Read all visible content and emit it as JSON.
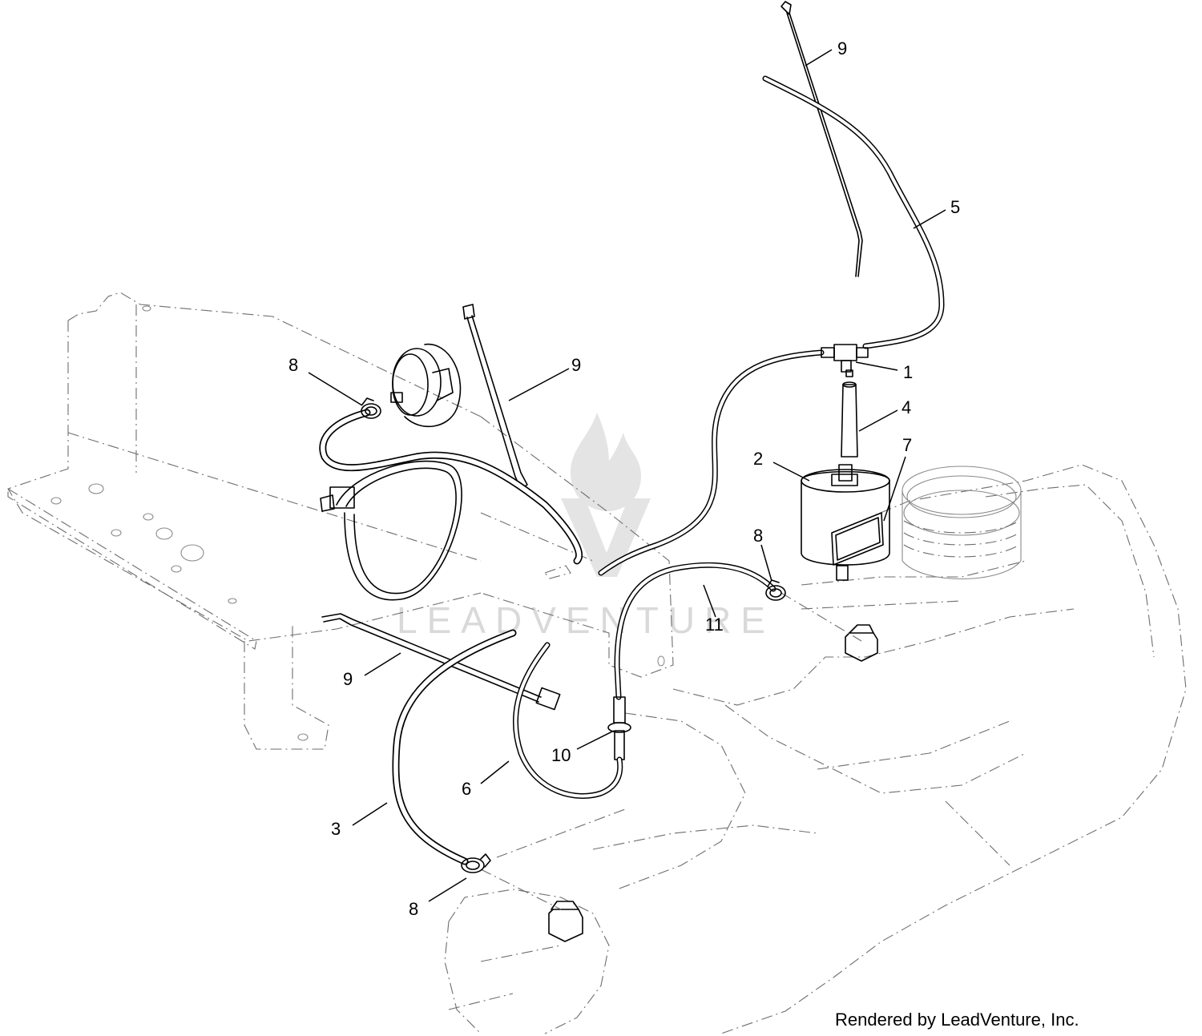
{
  "callouts": [
    {
      "id": "c9a",
      "label": "9"
    },
    {
      "id": "c5",
      "label": "5"
    },
    {
      "id": "c1",
      "label": "1"
    },
    {
      "id": "c4",
      "label": "4"
    },
    {
      "id": "c7",
      "label": "7"
    },
    {
      "id": "c2",
      "label": "2"
    },
    {
      "id": "c8a",
      "label": "8"
    },
    {
      "id": "c9b",
      "label": "9"
    },
    {
      "id": "c8b",
      "label": "8"
    },
    {
      "id": "c11",
      "label": "11"
    },
    {
      "id": "c9c",
      "label": "9"
    },
    {
      "id": "c10",
      "label": "10"
    },
    {
      "id": "c6",
      "label": "6"
    },
    {
      "id": "c3",
      "label": "3"
    },
    {
      "id": "c8c",
      "label": "8"
    }
  ],
  "watermark": {
    "text": "LEADVENTURE",
    "color": "#d9d9d9"
  },
  "credit": "Rendered by LeadVenture, Inc."
}
